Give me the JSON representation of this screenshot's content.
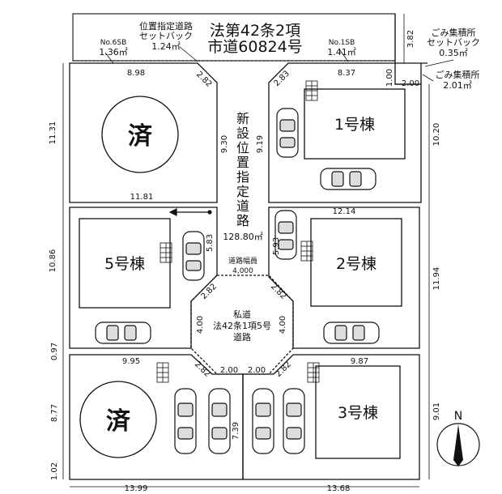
{
  "top_road": {
    "line1": "法第42条2項",
    "line2": "市道60824号"
  },
  "setback_road": {
    "line1": "位置指定道路",
    "line2": "セットバック",
    "area": "1.24㎡"
  },
  "no6sb": {
    "label": "No.6SB",
    "area": "1.36㎡"
  },
  "no1sb": {
    "label": "No.1SB",
    "area": "1.41㎡"
  },
  "garbage_setback": {
    "line1": "ごみ集積所",
    "line2": "セットバック",
    "area": "0.35㎡"
  },
  "garbage": {
    "label": "ごみ集積所",
    "area": "2.01㎡"
  },
  "new_road": {
    "chars": [
      "新",
      "設",
      "位",
      "置",
      "指",
      "定",
      "道",
      "路"
    ],
    "area": "128.80㎡"
  },
  "road_width": {
    "label": "道路幅員",
    "value": "4,000"
  },
  "private_road": {
    "line1": "私道",
    "line2": "法42条1項5号",
    "line3": "道路"
  },
  "sold_mark": "済",
  "houses": {
    "h1": "1号棟",
    "h2": "2号棟",
    "h3": "3号棟",
    "h5": "5号棟"
  },
  "north": "N",
  "dims": {
    "d898": "8.98",
    "d282a": "2.82",
    "d283": "2.83",
    "d837": "8.37",
    "d100": "1.00",
    "d200a": "2.00",
    "d382": "3.82",
    "d1131": "11.31",
    "d930": "9.30",
    "d919": "9.19",
    "d1020": "10.20",
    "d1181": "11.81",
    "d1214": "12.14",
    "d1086": "10.86",
    "d583": "5.83",
    "d593": "5.93",
    "d1194": "11.94",
    "d282b": "2.82",
    "d282c": "2.82",
    "d400a": "4.00",
    "d400b": "4.00",
    "d097": "0.97",
    "d995": "9.95",
    "d987": "9.87",
    "d282d": "2.82",
    "d200b": "2.00",
    "d200c": "2.00",
    "d282e": "2.82",
    "d877": "8.77",
    "d739": "7.39",
    "d901": "9.01",
    "d102": "1.02",
    "d1399": "13.99",
    "d1368": "13.68"
  }
}
